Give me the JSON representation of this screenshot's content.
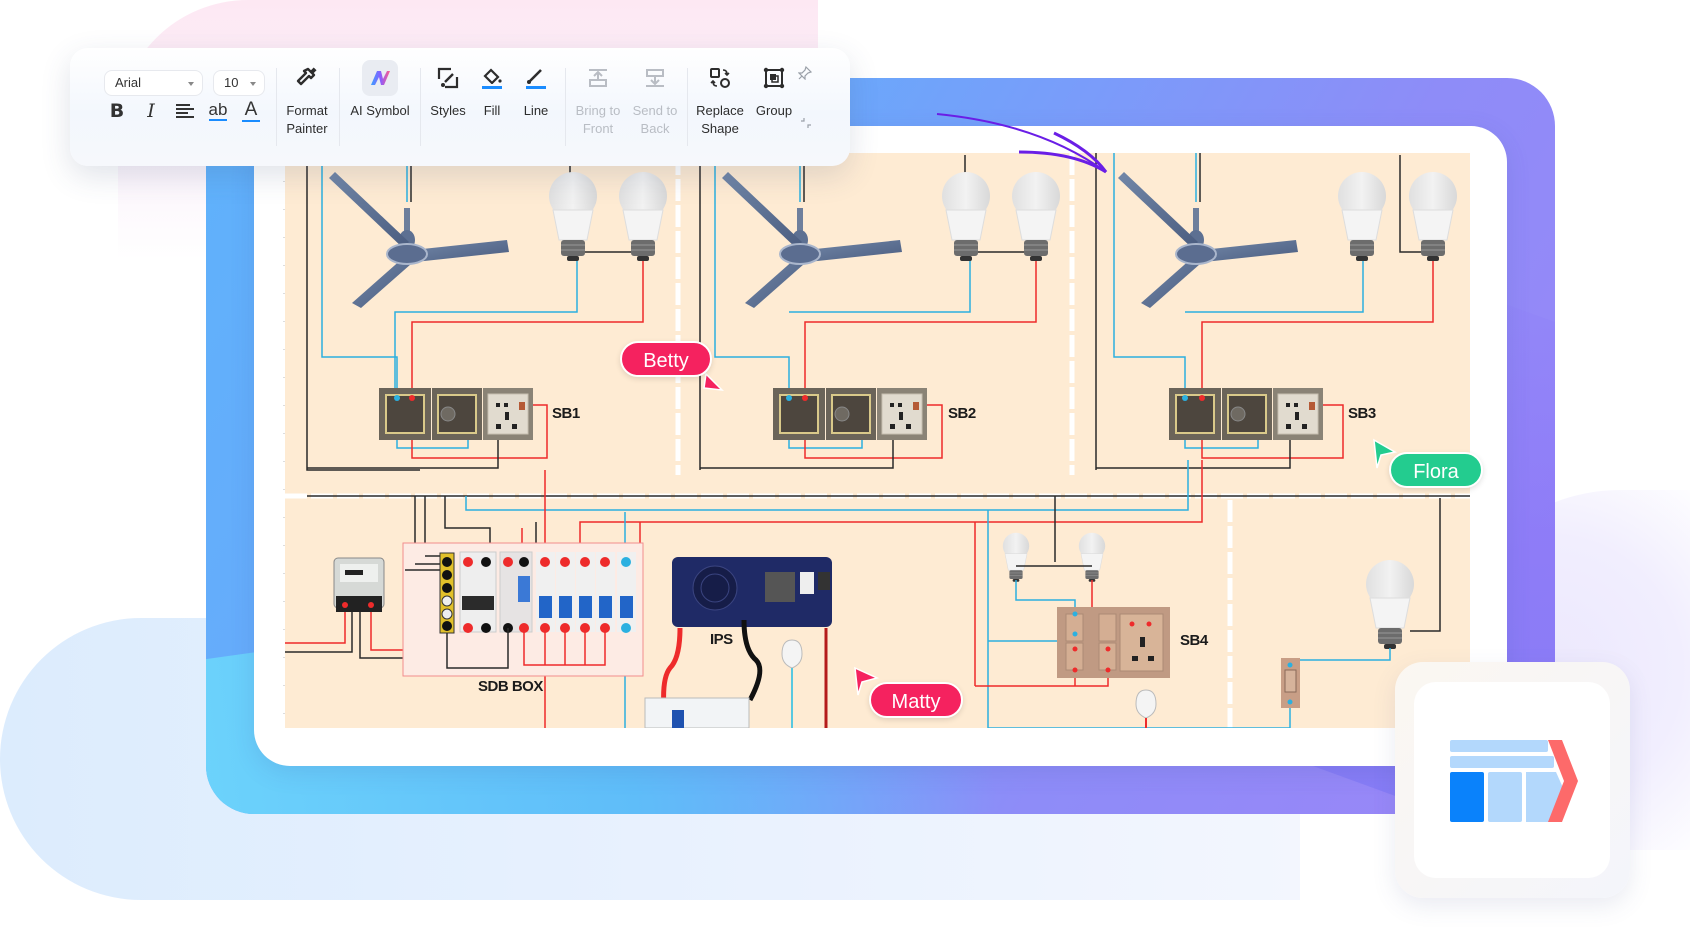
{
  "toolbar": {
    "font_family": {
      "value": "Arial",
      "icon": "chevron-down-icon"
    },
    "font_size": {
      "value": "10",
      "icon": "chevron-down-icon"
    },
    "text_format": [
      {
        "name": "bold",
        "glyph": "B"
      },
      {
        "name": "italic",
        "glyph": "I"
      },
      {
        "name": "align-left",
        "icon": "align-left-icon"
      },
      {
        "name": "text-highlight",
        "glyph": "ab"
      },
      {
        "name": "font-color",
        "glyph": "A"
      }
    ],
    "tools": [
      {
        "id": "format-painter",
        "label_line1": "Format",
        "label_line2": "Painter",
        "icon": "paint-brush-icon",
        "enabled": true
      },
      {
        "id": "ai-symbol",
        "label_line1": "AI Symbol",
        "label_line2": "",
        "icon": "ai-symbol-icon",
        "enabled": true,
        "active": true
      },
      {
        "id": "styles",
        "label_line1": "Styles",
        "label_line2": "",
        "icon": "styles-icon",
        "enabled": true
      },
      {
        "id": "fill",
        "label_line1": "Fill",
        "label_line2": "",
        "icon": "fill-bucket-icon",
        "enabled": true
      },
      {
        "id": "line",
        "label_line1": "Line",
        "label_line2": "",
        "icon": "line-pen-icon",
        "enabled": true
      },
      {
        "id": "bring-to-front",
        "label_line1": "Bring to",
        "label_line2": "Front",
        "icon": "bring-to-front-icon",
        "enabled": false
      },
      {
        "id": "send-to-back",
        "label_line1": "Send to",
        "label_line2": "Back",
        "icon": "send-to-back-icon",
        "enabled": false
      },
      {
        "id": "replace-shape",
        "label_line1": "Replace",
        "label_line2": "Shape",
        "icon": "replace-shape-icon",
        "enabled": true
      },
      {
        "id": "group",
        "label_line1": "Group",
        "label_line2": "",
        "icon": "group-icon",
        "enabled": true
      }
    ],
    "pin_icon": "pin-icon",
    "collapse_icon": "collapse-icon",
    "accent_color": "#1a8cff"
  },
  "diagram": {
    "labels": {
      "sb1": "SB1",
      "sb2": "SB2",
      "sb3": "SB3",
      "sb4": "SB4",
      "sdb": "SDB BOX",
      "ips": "IPS"
    },
    "wire_colors": {
      "live": "#ee2b2b",
      "neutral": "#2bb0e0",
      "earth": "#2a2a2a"
    },
    "background": "#feebd3"
  },
  "collaborators": [
    {
      "name": "Betty",
      "color": "#f5225f"
    },
    {
      "name": "Flora",
      "color": "#23cc8f"
    },
    {
      "name": "Matty",
      "color": "#f5225f"
    }
  ],
  "app_badge": {
    "icon": "app-logo-icon"
  }
}
